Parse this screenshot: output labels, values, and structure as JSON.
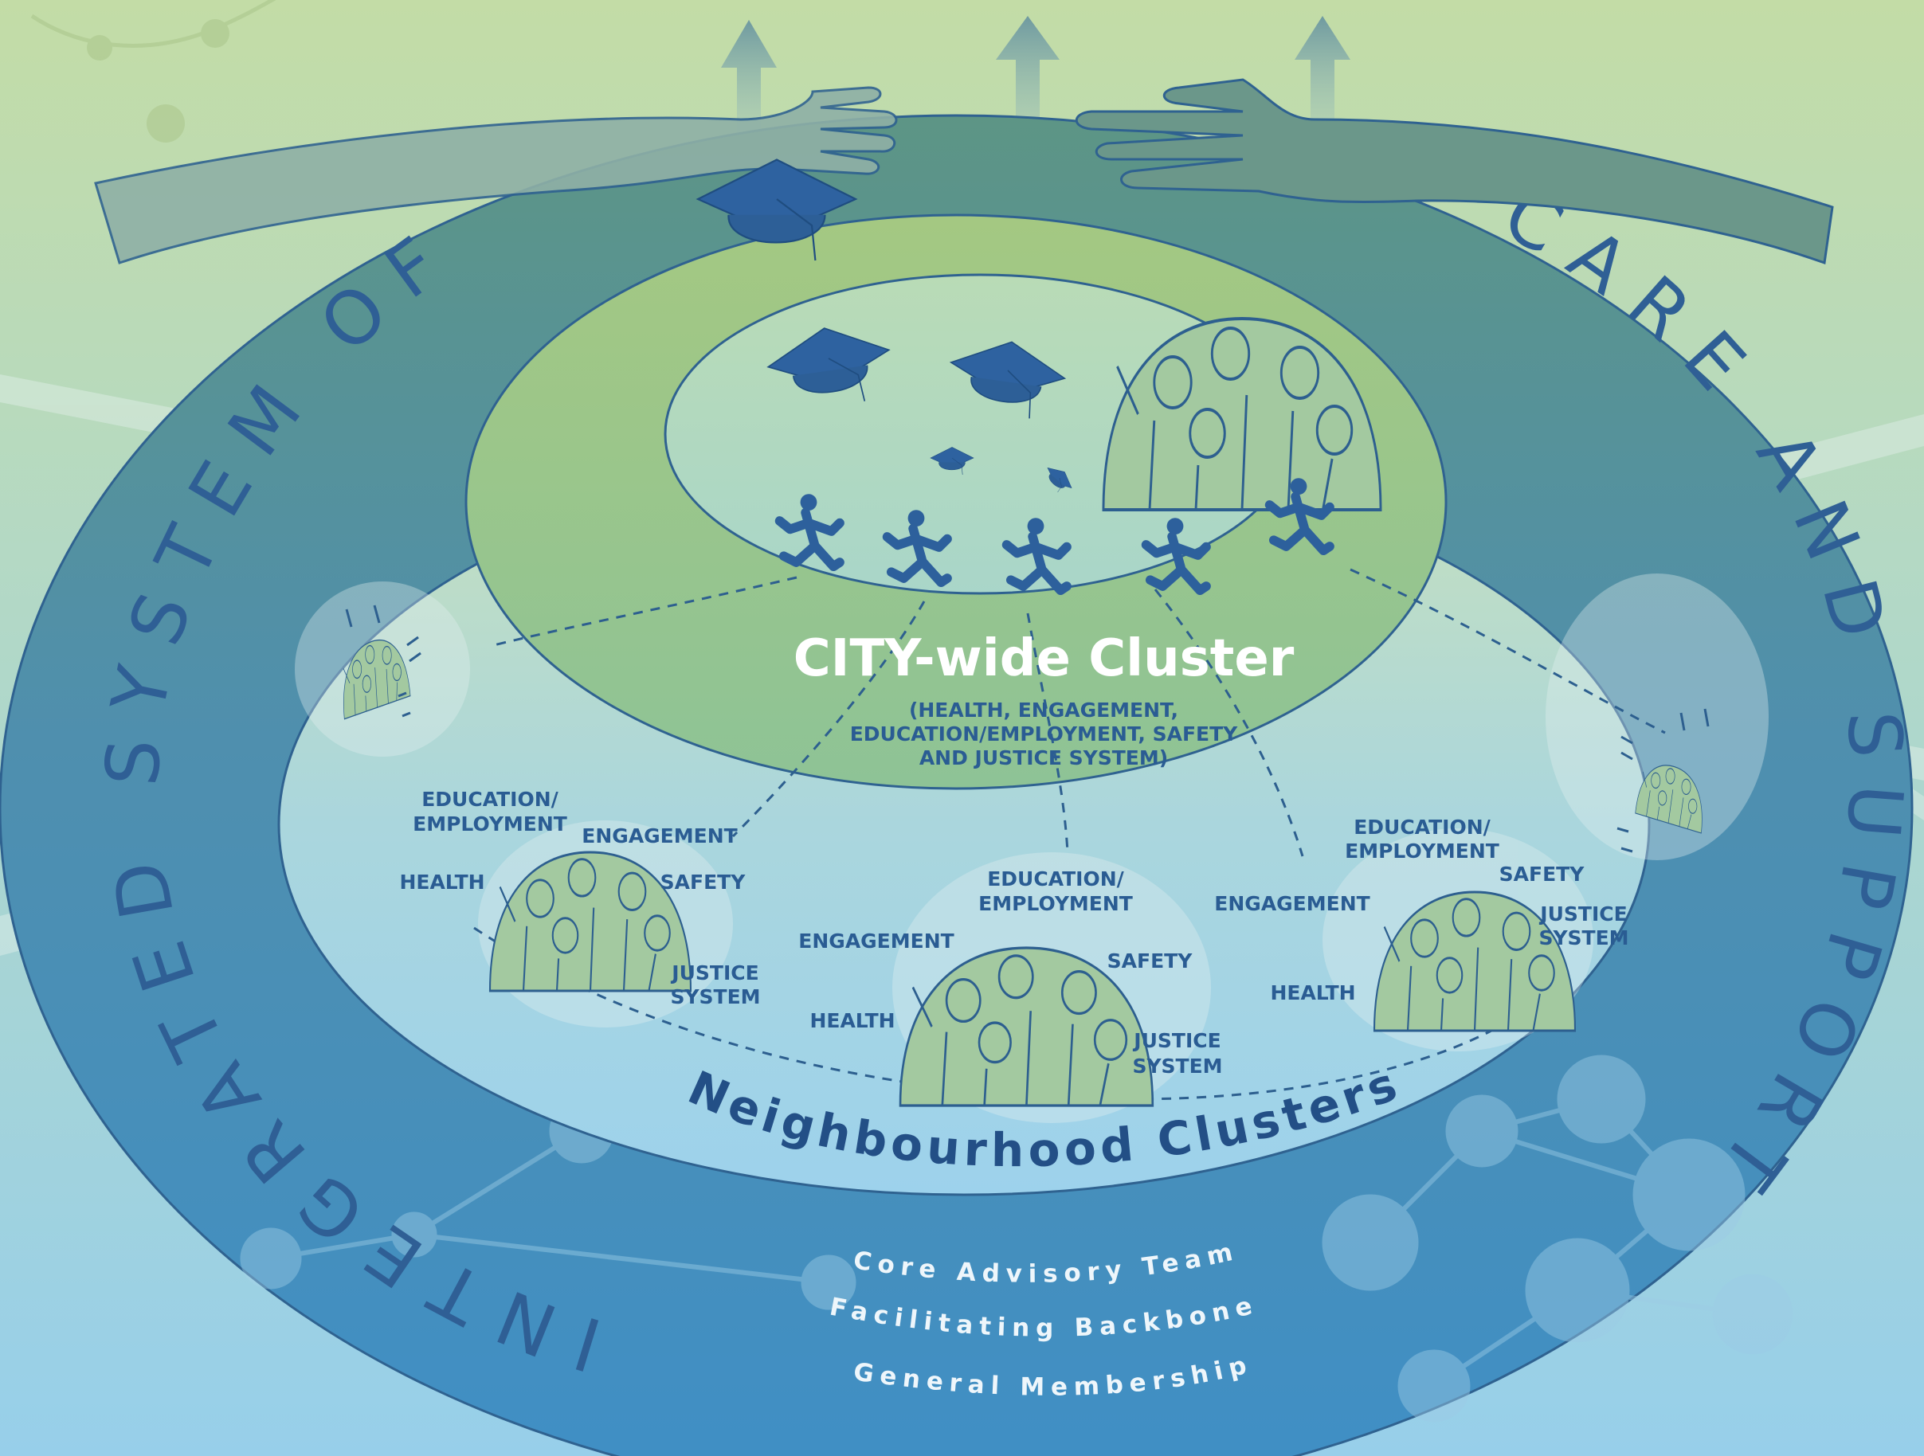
{
  "ring": {
    "left_text": "INTEGRATED SYSTEM OF",
    "right_text": "CARE AND SUPPORT"
  },
  "city_cluster": {
    "title": "CITY-wide Cluster",
    "subtitle_line1": "(HEALTH, ENGAGEMENT,",
    "subtitle_line2": "EDUCATION/EMPLOYMENT, SAFETY",
    "subtitle_line3": "AND JUSTICE SYSTEM)"
  },
  "neighbourhood": {
    "title": "Neighbourhood Clusters",
    "clusters": [
      {
        "education_line1": "EDUCATION/",
        "education_line2": "EMPLOYMENT",
        "engagement": "ENGAGEMENT",
        "health": "HEALTH",
        "safety": "SAFETY",
        "justice_line1": "JUSTICE",
        "justice_line2": "SYSTEM"
      },
      {
        "education_line1": "EDUCATION/",
        "education_line2": "EMPLOYMENT",
        "engagement": "ENGAGEMENT",
        "health": "HEALTH",
        "safety": "SAFETY",
        "justice_line1": "JUSTICE",
        "justice_line2": "SYSTEM"
      },
      {
        "education_line1": "EDUCATION/",
        "education_line2": "EMPLOYMENT",
        "engagement": "ENGAGEMENT",
        "health": "HEALTH",
        "safety": "SAFETY",
        "justice_line1": "JUSTICE",
        "justice_line2": "SYSTEM"
      }
    ]
  },
  "governance": {
    "line1": "Core Advisory Team",
    "line2": "Facilitating Backbone",
    "line3": "General Membership"
  },
  "icons": [
    "hand-icon",
    "graduation-cap-icon",
    "running-person-icon",
    "people-group-icon",
    "up-arrow-icon",
    "network-icon"
  ],
  "colors": {
    "ring": "#4e86a8",
    "ring_text": "#2f5f95",
    "inner_green": "#9cc27e",
    "label_blue": "#2a5c93",
    "figure_fill": "#a3c9a0"
  }
}
